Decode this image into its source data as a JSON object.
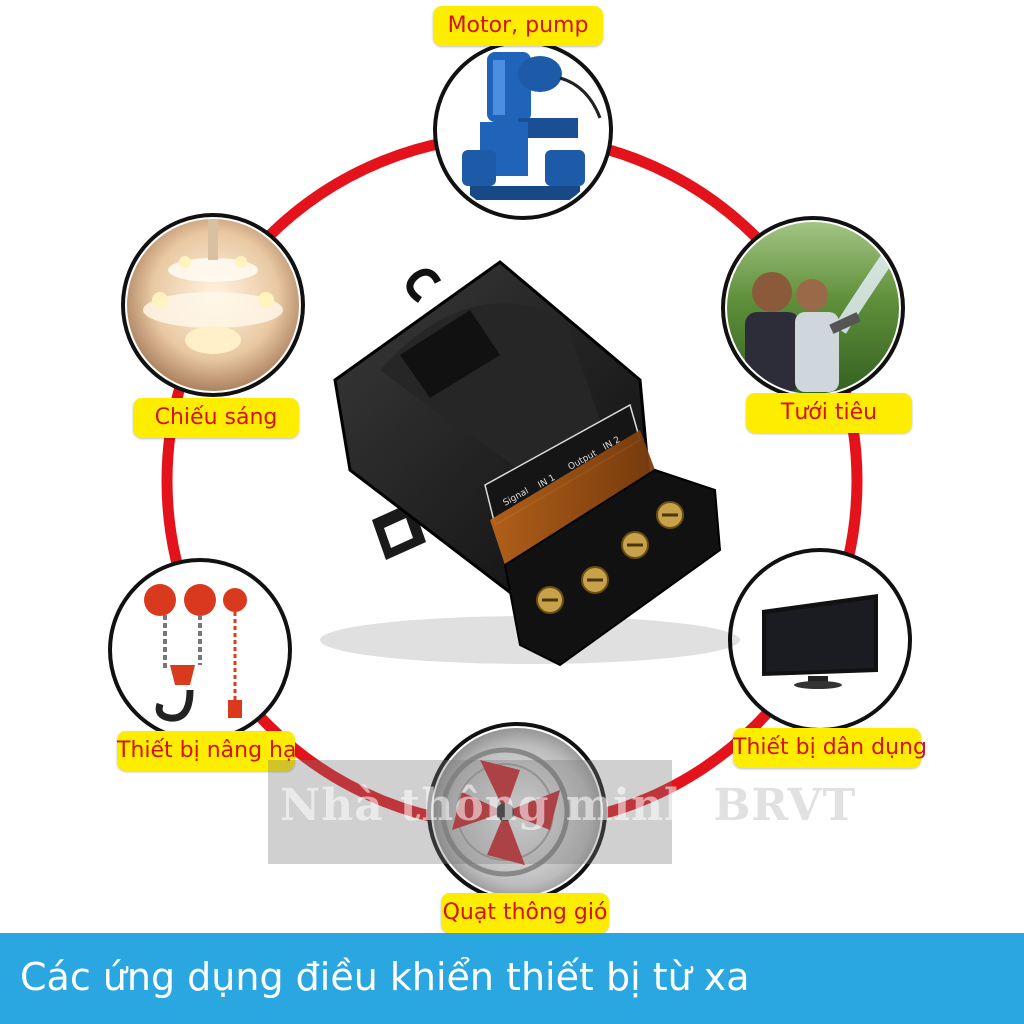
{
  "labels": {
    "motor_pump": "Motor, pump",
    "lighting": "Chiếu sáng",
    "irrigation": "Tưới tiêu",
    "hoist": "Thiết bị nâng hạ",
    "appliances": "Thiết bị dân dụng",
    "fan": "Quạt thông gió"
  },
  "watermark": {
    "main": "Nhà thông minh",
    "tail": "BRVT"
  },
  "banner": {
    "title": "Các ứng dụng điều khiển thiết bị từ xa"
  },
  "device": {
    "terminal_labels": [
      "Signal",
      "IN 1",
      "Output",
      "IN 2"
    ]
  },
  "colors": {
    "ring": "#e3121b",
    "label_bg": "#ffed00",
    "label_text": "#d3121a",
    "banner_bg": "#2aa7e0",
    "banner_text": "#ffffff"
  },
  "icons": [
    "motor-pump-image",
    "chandelier-image",
    "irrigation-image",
    "hoist-image",
    "tv-image",
    "ventilation-fan-image",
    "relay-receiver-image"
  ]
}
